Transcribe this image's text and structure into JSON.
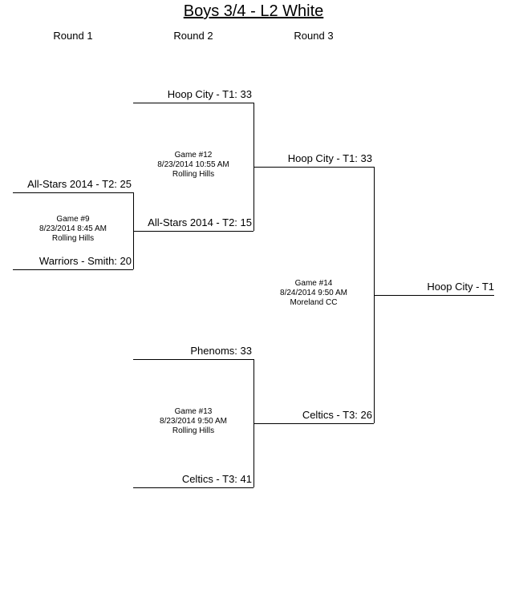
{
  "title": "Boys 3/4 - L2 White",
  "rounds": [
    "Round 1",
    "Round 2",
    "Round 3"
  ],
  "teams": {
    "r1_top": "All-Stars 2014 - T2:  25",
    "r1_bottom": "Warriors - Smith:  20",
    "r2_a": "Hoop City - T1:  33",
    "r2_b": "All-Stars 2014 - T2:  15",
    "r2_c": "Phenoms:  33",
    "r2_d": "Celtics - T3:  41",
    "r3_top": "Hoop City - T1:  33",
    "r3_bottom": "Celtics - T3:  26",
    "champion": "Hoop City - T1"
  },
  "games": {
    "g9": {
      "name": "Game #9",
      "datetime": "8/23/2014 8:45 AM",
      "location": "Rolling Hills"
    },
    "g12": {
      "name": "Game #12",
      "datetime": "8/23/2014 10:55 AM",
      "location": "Rolling Hills"
    },
    "g13": {
      "name": "Game #13",
      "datetime": "8/23/2014 9:50 AM",
      "location": "Rolling Hills"
    },
    "g14": {
      "name": "Game #14",
      "datetime": "8/24/2014 9:50 AM",
      "location": "Moreland CC"
    }
  }
}
